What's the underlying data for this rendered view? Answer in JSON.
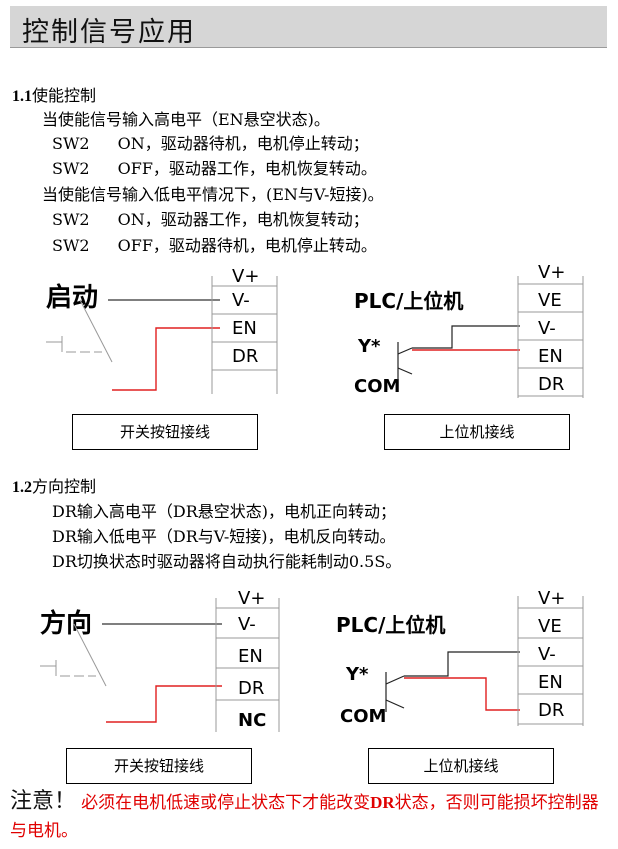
{
  "title": "控制信号应用",
  "section1": {
    "number": "1.1",
    "heading": "使能控制",
    "lines": [
      "当使能信号输入高电平（EN悬空状态)。",
      "SW2",
      "ON，驱动器待机，电机停止转动；",
      "SW2",
      "OFF，驱动器工作，电机恢复转动。",
      "当使能信号输入低电平情况下，(EN与V-短接)。",
      "SW2",
      "ON，驱动器工作，电机恢复转动；",
      "SW2",
      "OFF，驱动器待机，电机停止转动。"
    ],
    "left_diagram": {
      "label": "启动",
      "terminals": [
        "V+",
        "V-",
        "EN",
        "DR"
      ],
      "caption": "开关按钮接线"
    },
    "right_diagram": {
      "label": "PLC/上位机",
      "y_label": "Y*",
      "com_label": "COM",
      "terminals": [
        "V+",
        "VE",
        "V-",
        "EN",
        "DR"
      ],
      "caption": "上位机接线"
    }
  },
  "section2": {
    "number": "1.2",
    "heading": "方向控制",
    "lines": [
      "DR输入高电平（DR悬空状态)，电机正向转动；",
      "DR输入低电平（DR与V-短接)，电机反向转动。",
      "DR切换状态时驱动器将自动执行能耗制动0.5S。"
    ],
    "left_diagram": {
      "label": "方向",
      "terminals": [
        "V+",
        "V-",
        "EN",
        "DR",
        "NC"
      ],
      "caption": "开关按钮接线"
    },
    "right_diagram": {
      "label": "PLC/上位机",
      "y_label": "Y*",
      "com_label": "COM",
      "terminals": [
        "V+",
        "VE",
        "V-",
        "EN",
        "DR"
      ],
      "caption": "上位机接线"
    }
  },
  "note": {
    "head": "注意！",
    "text_a": "必须在电机低速或停止状态下才能改变",
    "text_bold": "DR",
    "text_b": "状态，否则可能损坏控制器与电机。"
  },
  "colors": {
    "wire_red": "#e02020",
    "wire_black": "#222222",
    "note_red": "#e00000",
    "title_bg": "#d6d6d6"
  }
}
